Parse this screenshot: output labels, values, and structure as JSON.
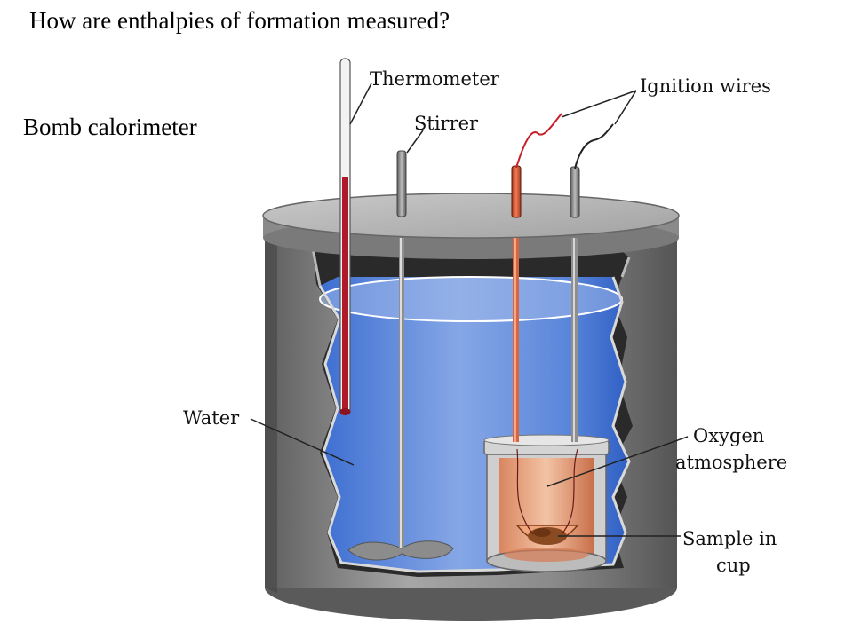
{
  "slide": {
    "title": "How are enthalpies of formation measured?",
    "subtitle": "Bomb calorimeter"
  },
  "labels": {
    "thermometer": "Thermometer",
    "stirrer": "Stirrer",
    "ignition_wires": "Ignition wires",
    "water": "Water",
    "oxygen_line1": "Oxygen",
    "oxygen_line2": "atmosphere",
    "sample_line1": "Sample in",
    "sample_line2": "cup"
  },
  "colors": {
    "water": "#4f7fd6",
    "steel": "#8e8e8e",
    "mercury": "#b0192a",
    "bomb": "#e49872",
    "wire_red": "#c81e2a"
  }
}
